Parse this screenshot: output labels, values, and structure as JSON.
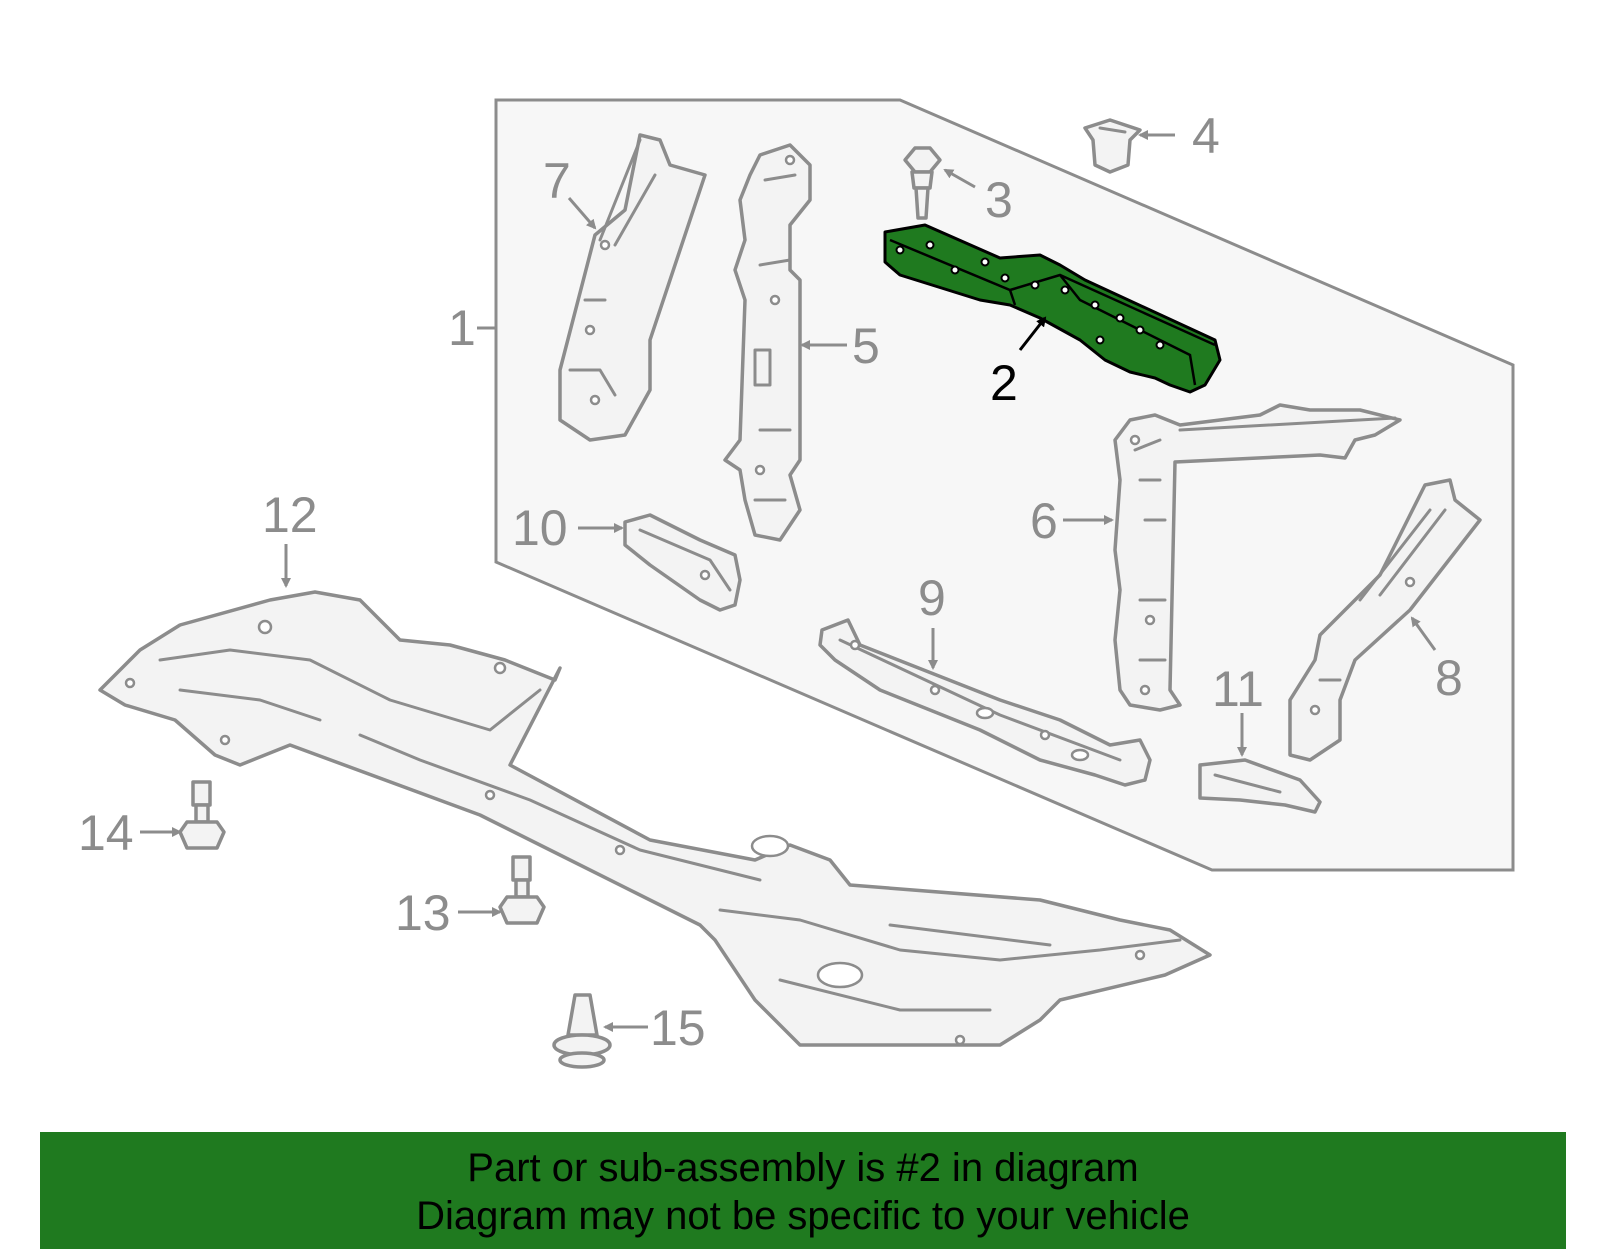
{
  "diagram": {
    "callouts": [
      "1",
      "2",
      "3",
      "4",
      "5",
      "6",
      "7",
      "8",
      "9",
      "10",
      "11",
      "12",
      "13",
      "14",
      "15"
    ],
    "highlighted_part": "2",
    "highlight_color": "#1f7a1f",
    "line_color": "#8c8c8c",
    "panel_color": "#f7f7f7"
  },
  "banner": {
    "line1": "Part or sub-assembly is #2 in diagram",
    "line2": "Diagram may not be specific to your vehicle",
    "background": "#1f7a1f"
  }
}
